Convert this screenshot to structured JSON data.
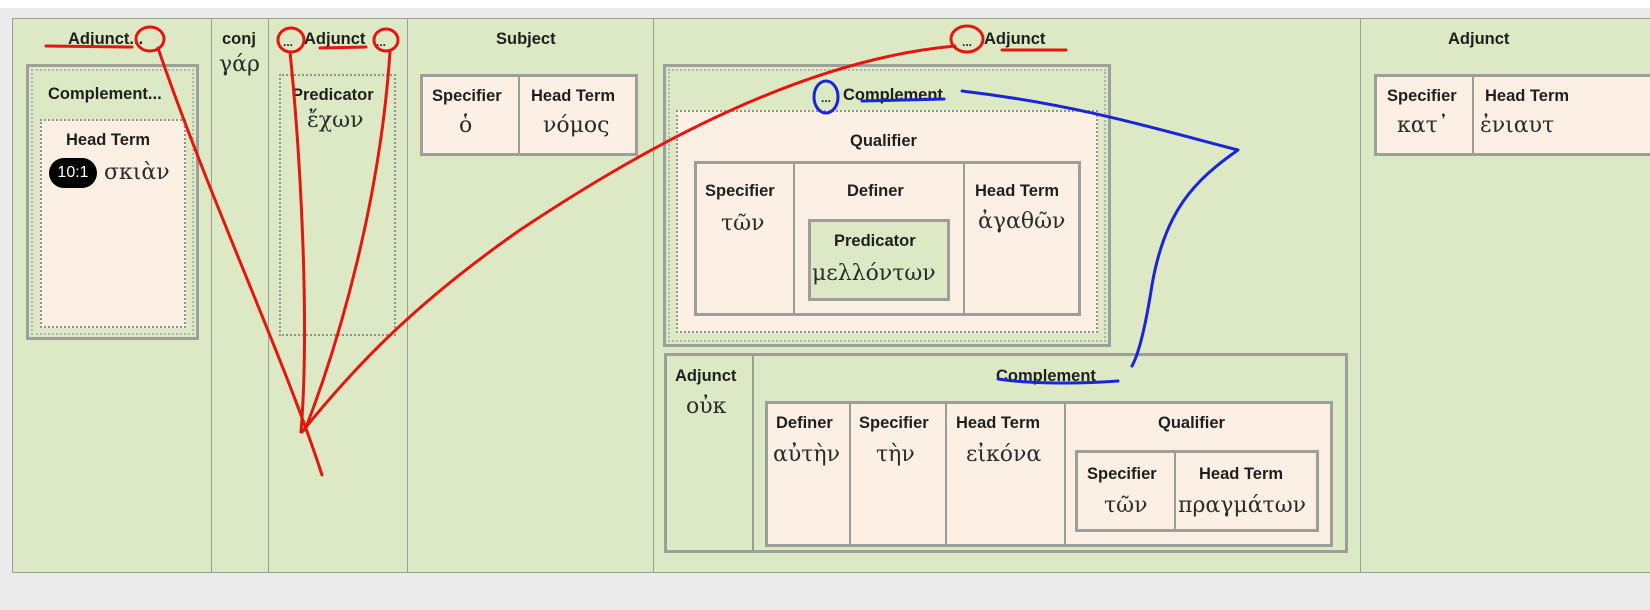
{
  "labels": {
    "adjunct": "Adjunct",
    "adjunct_more": "Adjunct...",
    "more": "...",
    "conj": "conj",
    "subject": "Subject",
    "complement": "Complement",
    "complement_more": "Complement...",
    "head_term": "Head Term",
    "predicator": "Predicator",
    "specifier": "Specifier",
    "qualifier": "Qualifier",
    "definer": "Definer"
  },
  "words": {
    "skian": "σκιὰν",
    "verse_ref": "10:1",
    "gar": "γάρ",
    "echon": "ἔχων",
    "ho": "ὁ",
    "nomos": "νόμος",
    "ton_1": "τῶν",
    "agathon": "ἀγαθῶν",
    "mellonton": "μελλόντων",
    "ouk": "οὐκ",
    "auten": "αὐτὴν",
    "ten": "τὴν",
    "eikona": "εἰκόνα",
    "ton_2": "τῶν",
    "pragmaton": "πραγμάτων",
    "kat": "κατ᾽",
    "eniautos": "ἐνιαυτ"
  },
  "annotation_colors": {
    "red": "#e3170f",
    "blue": "#1a25d8"
  }
}
